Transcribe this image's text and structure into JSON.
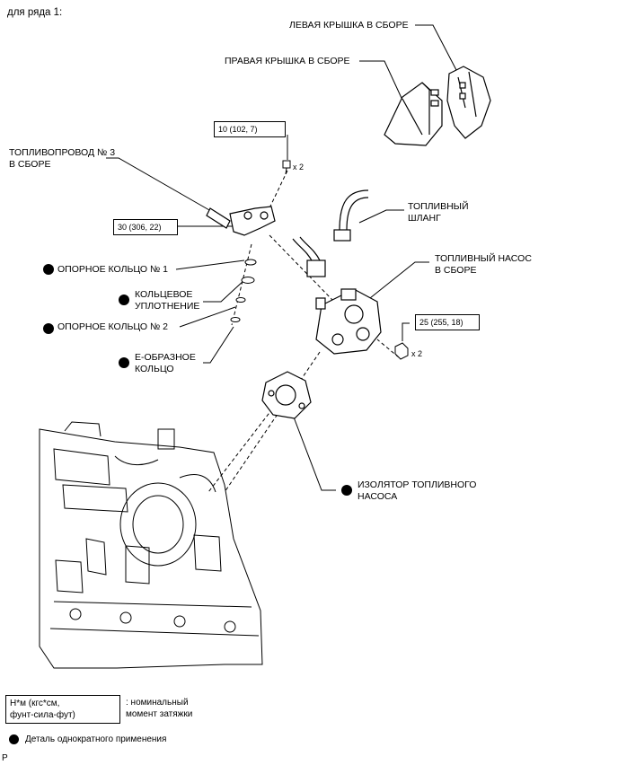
{
  "header": {
    "title": "для ряда 1:"
  },
  "labels": {
    "left_cover": "ЛЕВАЯ КРЫШКА В СБОРЕ",
    "right_cover": "ПРАВАЯ КРЫШКА В СБОРЕ",
    "fuel_pipe_line1": "ТОПЛИВОПРОВОД № 3",
    "fuel_pipe_line2": "В СБОРЕ",
    "fuel_hose_line1": "ТОПЛИВНЫЙ",
    "fuel_hose_line2": "ШЛАНГ",
    "fuel_pump_line1": "ТОПЛИВНЫЙ НАСОС",
    "fuel_pump_line2": "В СБОРЕ",
    "backup_ring1": "ОПОРНОЕ КОЛЬЦО № 1",
    "o_ring_line1": "КОЛЬЦЕВОЕ",
    "o_ring_line2": "УПЛОТНЕНИЕ",
    "backup_ring2": "ОПОРНОЕ КОЛЬЦО № 2",
    "e_ring_line1": "Е-ОБРАЗНОЕ",
    "e_ring_line2": "КОЛЬЦО",
    "insulator_line1": "ИЗОЛЯТОР ТОПЛИВНОГО",
    "insulator_line2": "НАСОСА"
  },
  "torque": {
    "pipe_bolt": "10 (102, 7)",
    "pipe_union": "30 (306, 22)",
    "pump_nut": "25 (255, 18)",
    "count_bolt": "x 2",
    "count_nut": "x 2"
  },
  "legend": {
    "unit_line1": "Н*м (кгс*см,",
    "unit_line2": "фунт-сила-фут)",
    "torque_line1": ": номинальный",
    "torque_line2": "момент затяжки",
    "non_reusable": "Деталь однократного применения"
  },
  "footer": {
    "code": "P"
  }
}
